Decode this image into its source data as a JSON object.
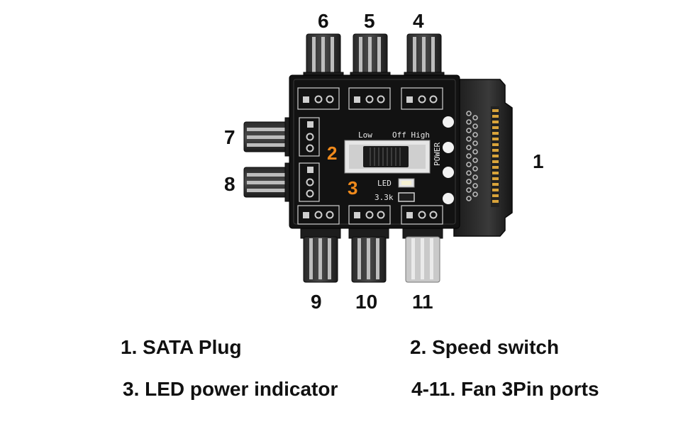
{
  "board": {
    "switch_low": "Low",
    "switch_off_high": "Off High",
    "power": "POWER",
    "led": "LED",
    "resistor": "3.3k"
  },
  "callouts": {
    "n1": "1",
    "n2": "2",
    "n3": "3",
    "n4": "4",
    "n5": "5",
    "n6": "6",
    "n7": "7",
    "n8": "8",
    "n9": "9",
    "n10": "10",
    "n11": "11"
  },
  "legend": {
    "item1": "1. SATA Plug",
    "item2": "2. Speed switch",
    "item3": "3. LED power indicator",
    "item4": "4-11. Fan 3Pin ports"
  },
  "colors": {
    "pcb": "#121212",
    "callout_highlight": "#f08a1c",
    "gold_pins": "#d8a33a"
  }
}
